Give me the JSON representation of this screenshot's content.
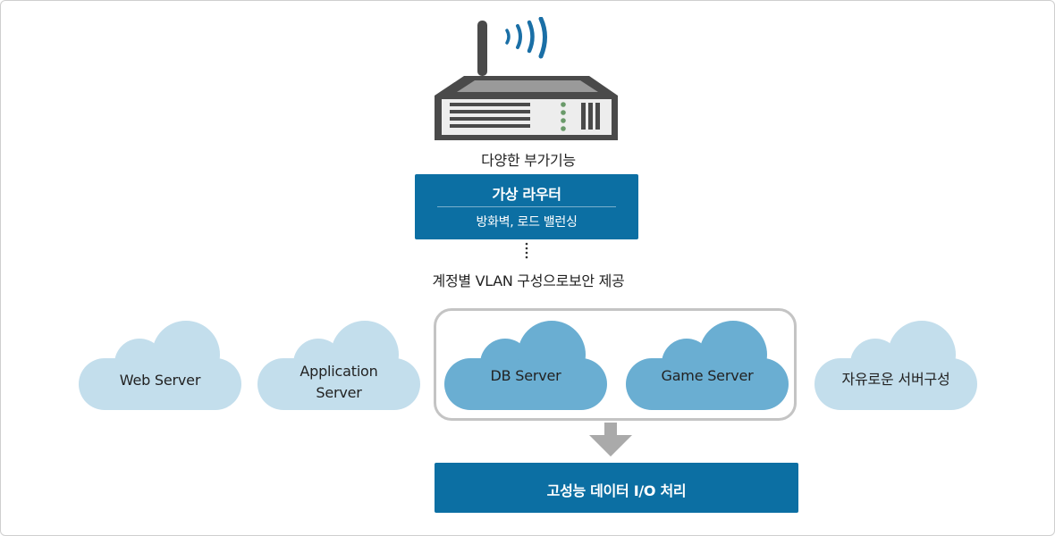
{
  "router": {
    "caption": "다양한 부가기능"
  },
  "virtual_router": {
    "title": "가상 라우터",
    "subtitle": "방화벽, 로드 밸런싱"
  },
  "vlan": {
    "caption": "계정별 VLAN 구성으로보안 제공"
  },
  "clouds": {
    "web": {
      "line1": "Web Server"
    },
    "app": {
      "line1": "Application",
      "line2": "Server"
    },
    "db": {
      "line1": "DB Server"
    },
    "game": {
      "line1": "Game Server"
    },
    "free": {
      "line1": "자유로운 서버구성"
    }
  },
  "io_box": {
    "label": "고성능 데이터 I/O 처리"
  },
  "colors": {
    "dark_blue_box": "#0c6fa3",
    "light_cloud": "#c3deec",
    "dark_cloud": "#6aaed2",
    "frame_gray": "#c4c4c4",
    "wifi_blue": "#1a6fa6",
    "router_gray": "#4a4a4a"
  },
  "icons": {
    "router": "router-icon",
    "wifi": "wifi-signal-icon",
    "arrow": "arrow-down-icon"
  }
}
